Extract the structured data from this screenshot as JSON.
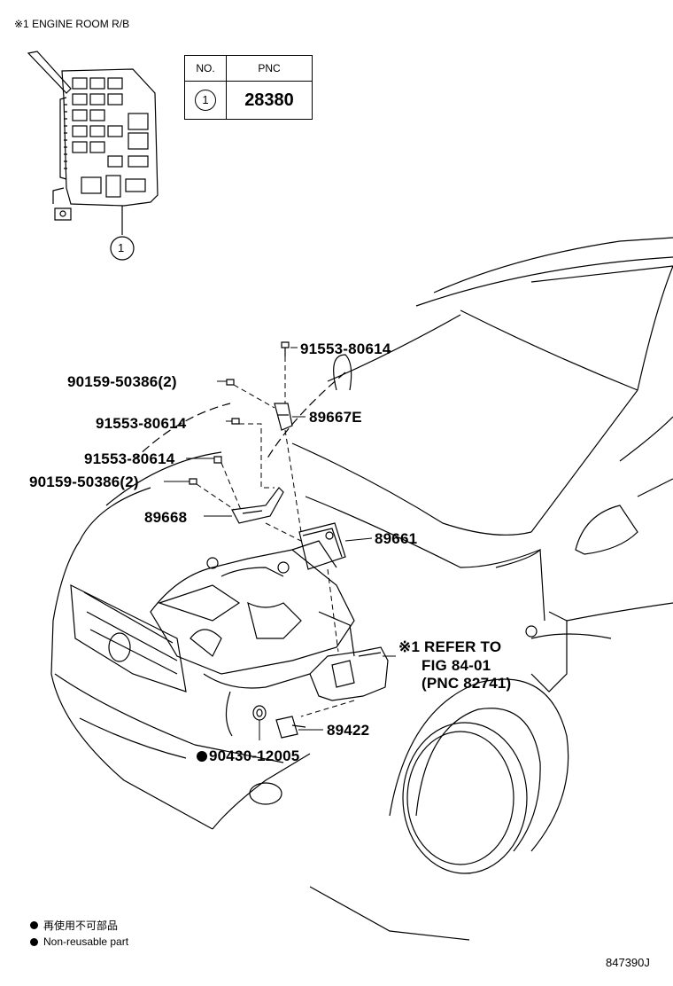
{
  "header": {
    "title": "※1 ENGINE ROOM R/B"
  },
  "pnc_table": {
    "col_no": "NO.",
    "col_pnc": "PNC",
    "row_no": "1",
    "row_pnc": "28380"
  },
  "relay_block_callout": "1",
  "callouts": {
    "p1": "91553-80614",
    "p2": "90159-50386(2)",
    "p3": "89667E",
    "p4": "91553-80614",
    "p5": "91553-80614",
    "p6": "90159-50386(2)",
    "p7": "89668",
    "p8": "89661",
    "p9_line1": "※1 REFER TO",
    "p9_line2": "FIG 84-01",
    "p9_line3": "(PNC 82741)",
    "p10": "89422",
    "p11": "90430-12005"
  },
  "legend": {
    "jp": "再使用不可部品",
    "en": "Non-reusable part"
  },
  "figure_code": "847390J"
}
